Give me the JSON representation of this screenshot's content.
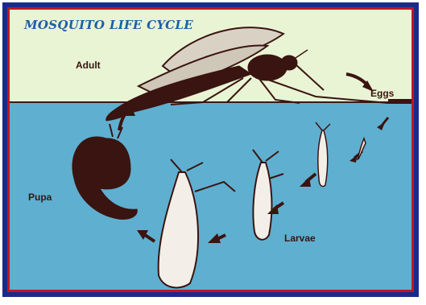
{
  "diagram": {
    "title": "MOSQUITO LIFE CYCLE",
    "stages": {
      "adult": "Adult",
      "eggs": "Eggs",
      "larvae": "Larvae",
      "pupa": "Pupa"
    }
  },
  "colors": {
    "sky": "#e9f4d4",
    "water": "#5fafd0",
    "outline": "#3a1410",
    "title": "#1d5fa8",
    "outer_border": "#1a2a8c",
    "inner_border": "#c0161e"
  }
}
